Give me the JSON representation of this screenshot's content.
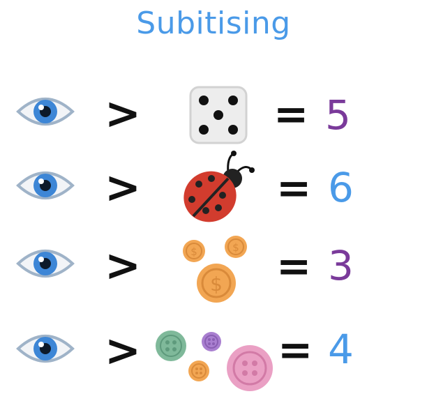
{
  "title": "Subitising",
  "colors": {
    "title": "#4a9ae8",
    "purple": "#7a3a9a",
    "blue": "#4a9ae8",
    "eye_iris": "#3d86d6",
    "eye_outline": "#9fb3c8"
  },
  "rows": [
    {
      "see": "eye-icon",
      "symbol": ">",
      "object": "dice-five-icon",
      "equals": "=",
      "count": "5",
      "count_color": "#7a3a9a"
    },
    {
      "see": "eye-icon",
      "symbol": ">",
      "object": "ladybug-icon",
      "equals": "=",
      "count": "6",
      "count_color": "#4a9ae8"
    },
    {
      "see": "eye-icon",
      "symbol": ">",
      "object": "three-coins-icon",
      "equals": "=",
      "count": "3",
      "count_color": "#7a3a9a"
    },
    {
      "see": "eye-icon",
      "symbol": ">",
      "object": "four-buttons-icon",
      "equals": "=",
      "count": "4",
      "count_color": "#4a9ae8"
    }
  ]
}
